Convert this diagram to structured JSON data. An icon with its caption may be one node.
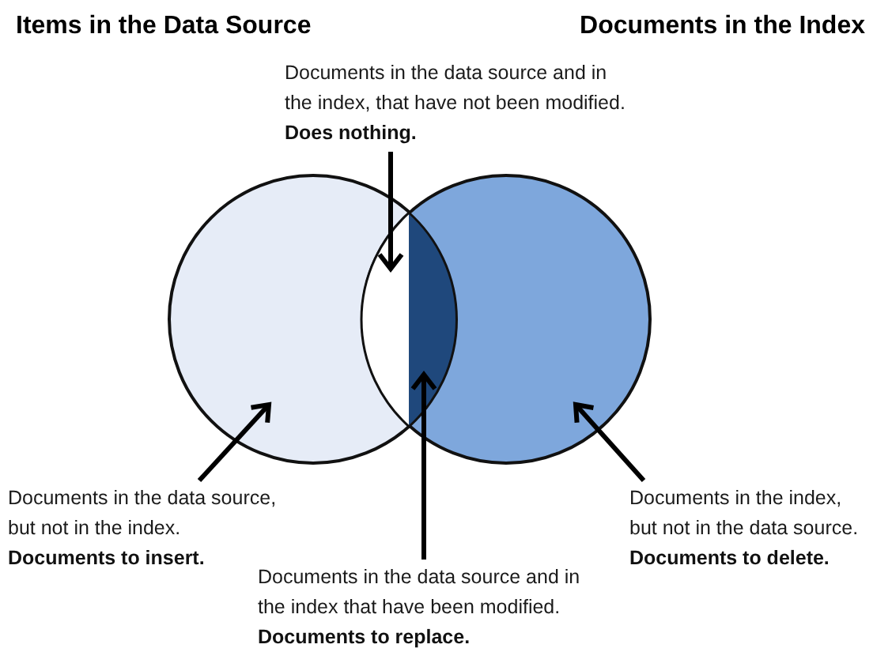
{
  "diagram": {
    "nodes": [
      {
        "text": [],
        "shape": "circle"
      },
      {
        "text": [],
        "shape": "circle"
      },
      {
        "text": [
          "Documents in the data source and in the index, that have not been modified.",
          "Does nothing."
        ]
      },
      {
        "text": [],
        "shape": "segment"
      },
      {
        "text": [],
        "shape": "segment"
      },
      {
        "text": [
          "Documents in the data source, but not in the index.",
          "Documents to insert."
        ]
      },
      {
        "text": [
          "Documents in the index, but not in the data source.",
          "Documents to delete."
        ]
      },
      {
        "text": [
          "Documents in the data source and in the index that have been modified.",
          "Documents to replace."
        ]
      }
    ],
    "edges": [
      {
        "from": 2,
        "to": 3,
        "arrow": "to"
      },
      {
        "from": 5,
        "to": 0,
        "arrow": "to"
      },
      {
        "from": 7,
        "to": 4,
        "arrow": "to"
      },
      {
        "from": 6,
        "to": 1,
        "arrow": "to"
      }
    ],
    "labels": [
      "Items in the Data Source",
      "Documents in the Index"
    ]
  }
}
